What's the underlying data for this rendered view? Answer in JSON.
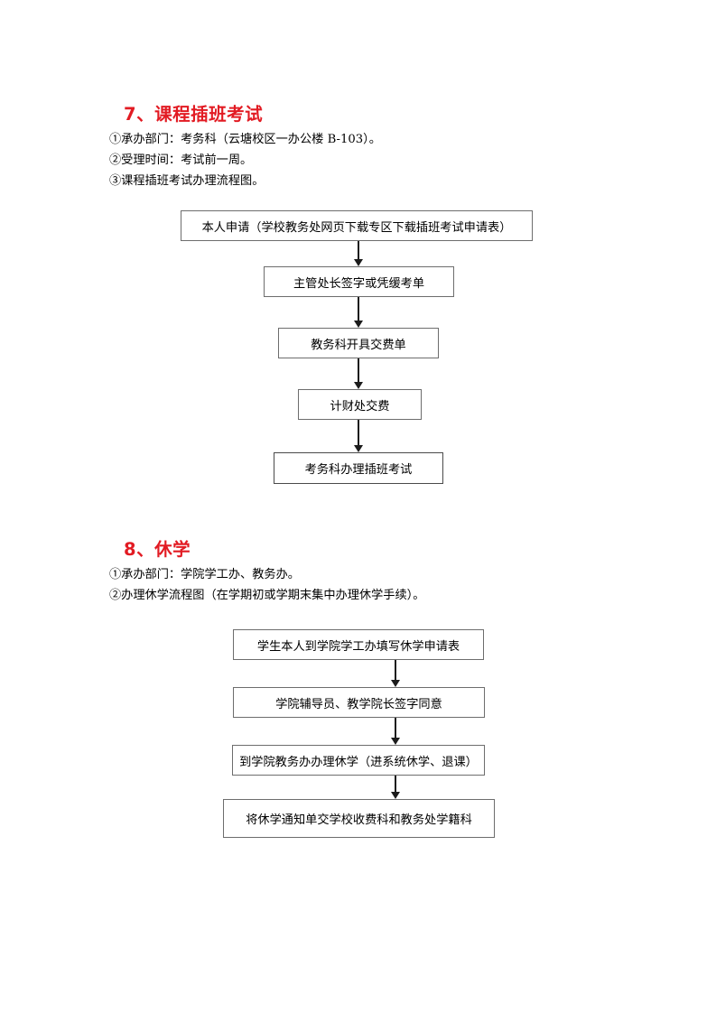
{
  "document": {
    "sections": [
      {
        "number": "7",
        "heading": "7、课程插班考试",
        "lines": [
          "①承办部门：考务科（云塘校区一办公楼 B-103）。",
          "②受理时间：考试前一周。",
          "③课程插班考试办理流程图。"
        ],
        "flowchart": {
          "steps": [
            "本人申请（学校教务处网页下载专区下载插班考试申请表）",
            "主管处长签字或凭缓考单",
            "教务科开具交费单",
            "计财处交费",
            "考务科办理插班考试"
          ]
        }
      },
      {
        "number": "8",
        "heading": "8、休学",
        "lines": [
          "①承办部门：学院学工办、教务办。",
          "②办理休学流程图（在学期初或学期末集中办理休学手续）。"
        ],
        "flowchart": {
          "steps": [
            "学生本人到学院学工办填写休学申请表",
            "学院辅导员、教学院长签字同意",
            "到学院教务办办理休学（进系统休学、退课）",
            "将休学通知单交学校收费科和教务处学籍科"
          ]
        }
      }
    ],
    "colors": {
      "heading": "#e21b23",
      "text": "#000000",
      "box_border": "#6d6d6d",
      "arrow": "#1c1c1c",
      "page_background": "#ffffff"
    }
  }
}
